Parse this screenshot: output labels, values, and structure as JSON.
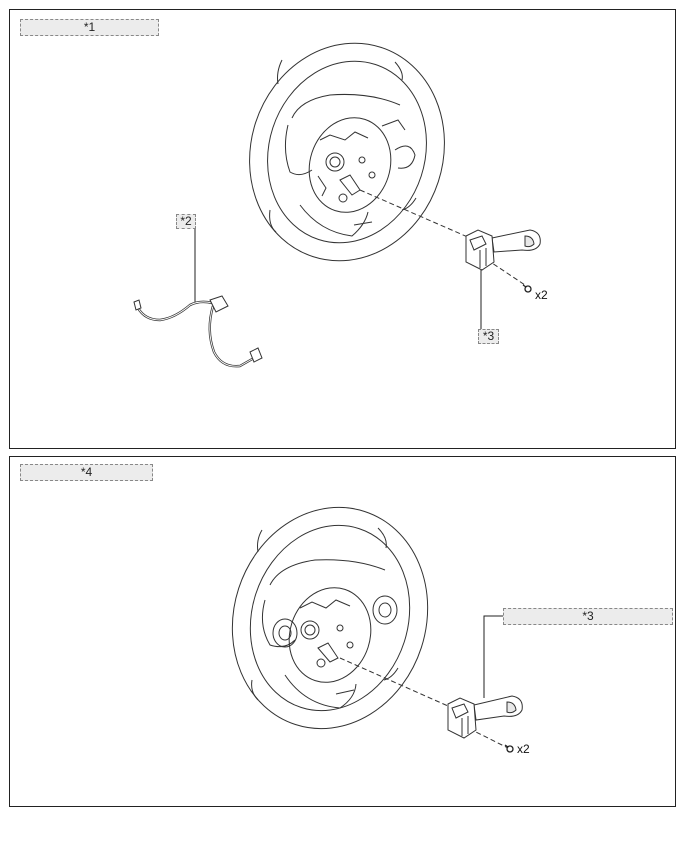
{
  "figure_type": "exploded parts illustration",
  "panels": [
    {
      "label": "*1",
      "parts": [
        {
          "id": "steering-wheel",
          "description": "steering wheel (rear view)"
        },
        {
          "id": "wire-harness",
          "callout": "*2"
        },
        {
          "id": "combination-switch",
          "callout": "*3"
        },
        {
          "id": "screw",
          "quantity": "x2"
        }
      ]
    },
    {
      "label": "*4",
      "parts": [
        {
          "id": "steering-wheel",
          "description": "steering wheel with side switches (rear view)"
        },
        {
          "id": "combination-switch",
          "callout": "*3"
        },
        {
          "id": "screw",
          "quantity": "x2"
        }
      ]
    }
  ],
  "labels": {
    "panel1": "*1",
    "panel1_harness": "*2",
    "panel1_switch": "*3",
    "panel1_qty": "x2",
    "panel2": "*4",
    "panel2_switch": "*3",
    "panel2_qty": "x2"
  }
}
